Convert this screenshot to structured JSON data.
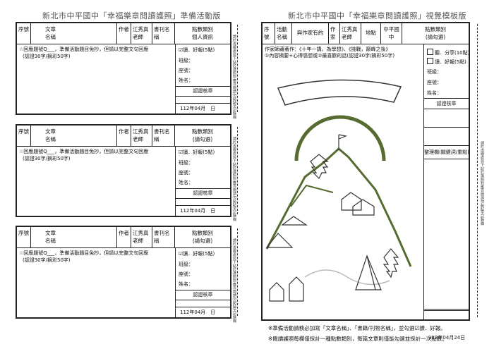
{
  "left": {
    "title": "新北市中平國中「幸福樂章閱讀護照」準備活動版",
    "cards": [
      {
        "col_seq": "序號",
        "col_name": "文章名稱",
        "col_author": "作者",
        "col_teacher": "江秀真老師",
        "col_book": "書刊名稱",
        "col_type": "點數類別",
        "type_sub": "個人資訊",
        "prompt_line1": "☆回應題號Q___，準備活動題目免抄，但請以完整文句回應",
        "prompt_line2": "(認證30字/摘彩50字)",
        "check_label": "讀．好報(5點)",
        "class_label": "班級：",
        "seat_label": "座號：",
        "name_label": "姓名：",
        "stamp_label": "認證核章",
        "date": "112年04月　日"
      },
      {
        "col_seq": "序號",
        "col_name": "文章名稱",
        "col_author": "作者",
        "col_teacher": "江秀真老師",
        "col_book": "書刊名稱",
        "col_type": "點數類別",
        "type_sub": "(請勾選)",
        "prompt_line1": "☆回應題號Q___，準備活動題目免抄，但請以完整文句回應",
        "prompt_line2": "(認證30字/摘彩50字)",
        "check_label": "讀．好報(5點)",
        "class_label": "班級：",
        "seat_label": "座號：",
        "name_label": "姓名：",
        "stamp_label": "認證核章",
        "date": "112年04月　日"
      },
      {
        "col_seq": "序號",
        "col_name": "文章名稱",
        "col_author": "作者",
        "col_teacher": "江秀真老師",
        "col_book": "書刊名稱",
        "col_type": "點數類別",
        "type_sub": "(請勾選)",
        "prompt_line1": "☆回應題號Q___，準備活動題目免抄，但請以完整文句回應",
        "prompt_line2": "(認證30字/摘彩50字)",
        "check_label": "讀．好報(5點)",
        "class_label": "班級：",
        "seat_label": "座號：",
        "name_label": "姓名：",
        "stamp_label": "認證核章",
        "date": "112年04月　日"
      }
    ],
    "side_text": "請於虛線處剪下貼於護照對應頁面請勿黏貼至記錄欄"
  },
  "right": {
    "title": "新北市中平國中「幸福樂章閱讀護照」視覺模板版",
    "col_seq": "序號",
    "col_activity": "活動名稱",
    "col_talk": "與作家有約",
    "col_author": "作家",
    "col_teacher": "江秀真老師",
    "col_place": "地點",
    "col_school": "中平國中",
    "col_type": "點數類別",
    "type_sub": "(請勾選)",
    "prompt_line1": "作家師藏著作：《十年一講，為學想》、《挑戰，巔峰之後》",
    "prompt_line2": "①內容摘要+心得感想或②最喜歡的話(認證30字/摘彩50字)",
    "option1": "聽．分享(10點)",
    "option2": "讀．好報(5點)",
    "class_label": "班級：",
    "seat_label": "座號：",
    "name_label": "姓名：",
    "stamp_label": "認證核章",
    "organize_label": "整理欄(關鍵詞/重點)",
    "date": "112年04月24日",
    "side_text": "請於虛線處剪下貼於護照對應頁面請勿黏貼至記錄欄",
    "note1": "※準備活動請務必加寫「文章名稱」、「書籍/刊物名稱」，並勾選☑讀．好報。",
    "note2": "※閱讀護照每欄僅採計一種點數類別，每篇文章則僅能勾選並採計一次點數。"
  }
}
